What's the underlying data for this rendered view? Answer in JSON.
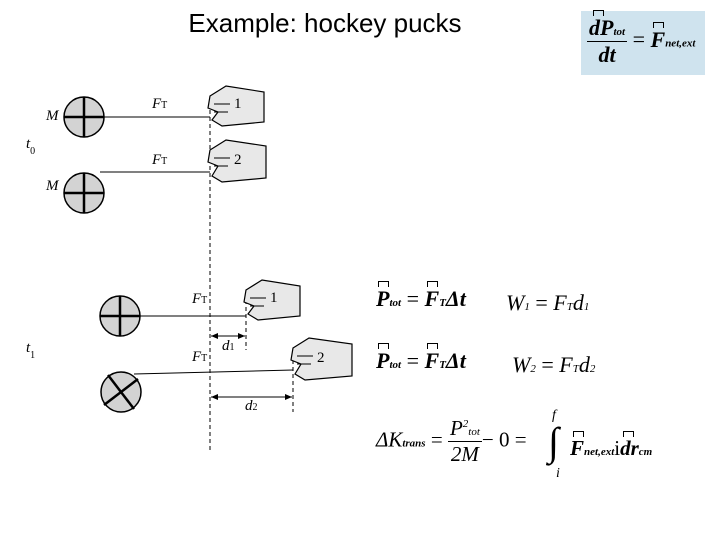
{
  "slide": {
    "title": "Example: hockey pucks"
  },
  "diagram": {
    "labels": {
      "mass": "M",
      "force": "F",
      "force_sub": "T",
      "time0": "t",
      "time0_sub": "0",
      "time1": "t",
      "time1_sub": "1",
      "hand1": "1",
      "hand2": "2",
      "d1": "d",
      "d1_sub": "1",
      "d2": "d",
      "d2_sub": "2"
    }
  },
  "equations": {
    "newton": {
      "num": "dP",
      "num_sub": "tot",
      "den": "dt",
      "rhs": "F",
      "rhs_sub": "net,ext"
    },
    "p1": {
      "lhs": "P",
      "lhs_sub": "tot",
      "rhs": "F",
      "rhs_sub": "T",
      "tail": "Δt"
    },
    "p2": {
      "lhs": "P",
      "lhs_sub": "tot",
      "rhs": "F",
      "rhs_sub": "T",
      "tail": "Δt"
    },
    "w1": {
      "lhs": "W",
      "lhs_sub": "1",
      "rhs": "F",
      "rhs_sub": "T",
      "tail": "d",
      "tail_sub": "1"
    },
    "w2": {
      "lhs": "W",
      "lhs_sub": "2",
      "rhs": "F",
      "rhs_sub": "T",
      "tail": "d",
      "tail_sub": "2"
    },
    "ktrans": {
      "lhs": "ΔK",
      "lhs_sub": "trans",
      "num": "P",
      "num_sup": "2",
      "num_sub": "tot",
      "den": "2M",
      "mid": "− 0 =",
      "upper": "f",
      "lower": "i",
      "f": "F",
      "f_sub": "net,ext",
      "dot": "i",
      "dr": "dr",
      "dr_sub": "cm"
    }
  }
}
